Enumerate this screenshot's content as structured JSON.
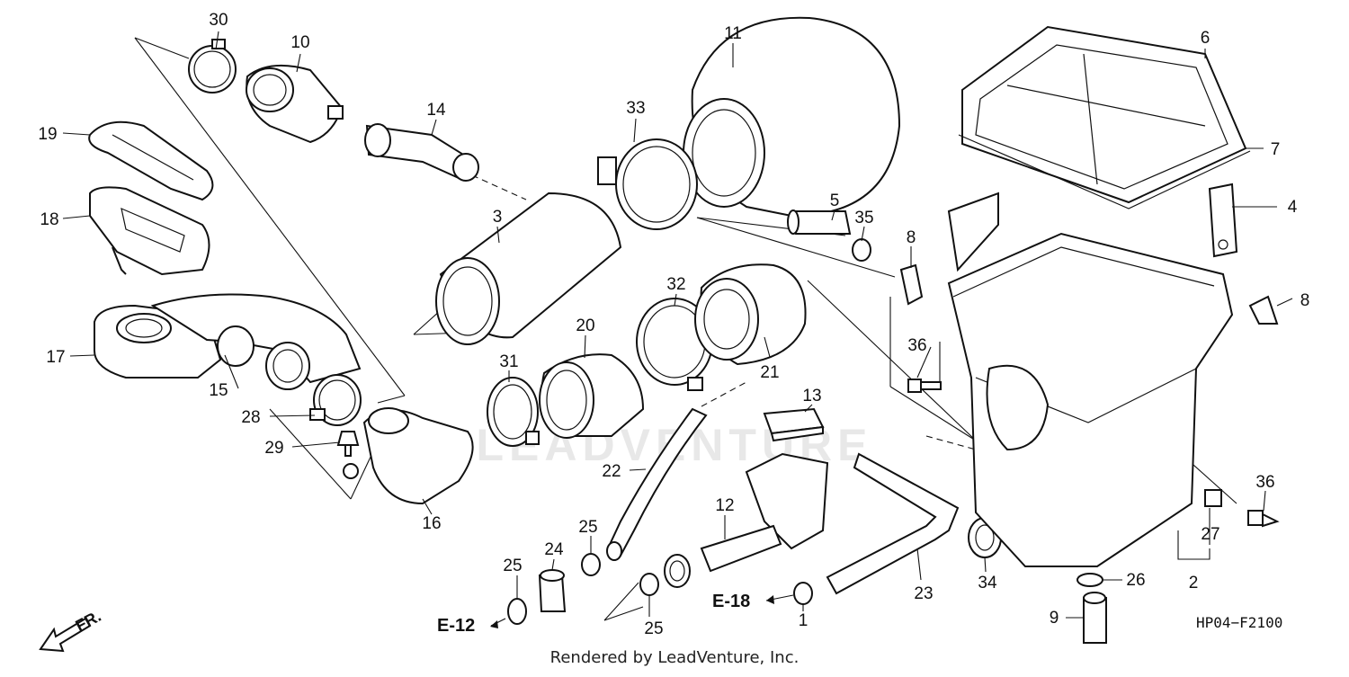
{
  "diagram": {
    "code": "HP04−F2100",
    "footer": "Rendered by LeadVenture, Inc.",
    "watermark": "LEADVENTURE",
    "direction_label": "FR.",
    "references": [
      "E-12",
      "E-18"
    ],
    "callouts": [
      {
        "id": "30",
        "label": "30"
      },
      {
        "id": "10",
        "label": "10"
      },
      {
        "id": "14",
        "label": "14"
      },
      {
        "id": "19",
        "label": "19"
      },
      {
        "id": "18",
        "label": "18"
      },
      {
        "id": "17",
        "label": "17"
      },
      {
        "id": "15",
        "label": "15"
      },
      {
        "id": "28",
        "label": "28"
      },
      {
        "id": "29",
        "label": "29"
      },
      {
        "id": "16",
        "label": "16"
      },
      {
        "id": "3",
        "label": "3"
      },
      {
        "id": "11",
        "label": "11"
      },
      {
        "id": "33",
        "label": "33"
      },
      {
        "id": "5",
        "label": "5"
      },
      {
        "id": "35",
        "label": "35"
      },
      {
        "id": "32",
        "label": "32"
      },
      {
        "id": "20",
        "label": "20"
      },
      {
        "id": "31",
        "label": "31"
      },
      {
        "id": "21",
        "label": "21"
      },
      {
        "id": "13",
        "label": "13"
      },
      {
        "id": "22",
        "label": "22"
      },
      {
        "id": "12",
        "label": "12"
      },
      {
        "id": "25a",
        "label": "25"
      },
      {
        "id": "24",
        "label": "24"
      },
      {
        "id": "25b",
        "label": "25"
      },
      {
        "id": "25c",
        "label": "25"
      },
      {
        "id": "1",
        "label": "1"
      },
      {
        "id": "23",
        "label": "23"
      },
      {
        "id": "34",
        "label": "34"
      },
      {
        "id": "6",
        "label": "6"
      },
      {
        "id": "7",
        "label": "7"
      },
      {
        "id": "4",
        "label": "4"
      },
      {
        "id": "8a",
        "label": "8"
      },
      {
        "id": "8b",
        "label": "8"
      },
      {
        "id": "36a",
        "label": "36"
      },
      {
        "id": "36b",
        "label": "36"
      },
      {
        "id": "27",
        "label": "27"
      },
      {
        "id": "2",
        "label": "2"
      },
      {
        "id": "26",
        "label": "26"
      },
      {
        "id": "9",
        "label": "9"
      }
    ]
  }
}
